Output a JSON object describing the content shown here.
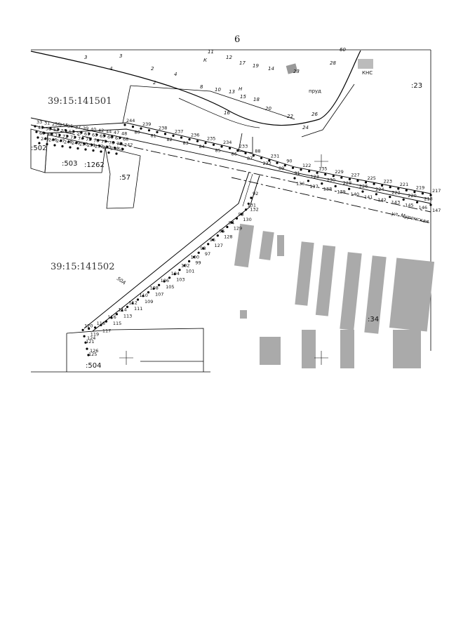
{
  "page": {
    "number": "6"
  },
  "map": {
    "quarters": [
      "39:15:141501",
      "39:15:141502"
    ],
    "parcels": [
      ":502",
      ":503",
      ":1262",
      ":57",
      ":504",
      ":23",
      ":34"
    ],
    "street": "ул. Муромская",
    "features": {
      "pond": "пруд",
      "pump_station": "КНС",
      "road_code": "50А"
    },
    "upper_numbers": [
      "3",
      "3",
      "4",
      "2",
      "4",
      "2",
      "8",
      "10",
      "11",
      "12",
      "13",
      "15",
      "17",
      "19",
      "14",
      "16",
      "18",
      "20",
      "22",
      "24",
      "26",
      "28",
      "23",
      "Н",
      "К",
      "60"
    ],
    "points": {
      "west_cluster": [
        "33",
        "31",
        "256",
        "255",
        "35",
        "37",
        "39",
        "40",
        "42",
        "44",
        "47",
        "48",
        "49",
        "51",
        "53",
        "55",
        "57",
        "59",
        "61",
        "63",
        "65",
        "66",
        "67",
        "68",
        "69",
        "70",
        "71",
        "72",
        "73",
        "74",
        "75",
        "76",
        "77",
        "78",
        "79",
        "242",
        "245",
        "246",
        "247",
        "248",
        "249",
        "250",
        "251",
        "252",
        "253",
        "254",
        "50"
      ],
      "north_line": [
        "244",
        "80",
        "239",
        "81",
        "238",
        "82",
        "237",
        "83",
        "236",
        "84",
        "235",
        "85",
        "234",
        "86",
        "233",
        "87",
        "88",
        "232",
        "231",
        "89",
        "90",
        "91",
        "122",
        "123",
        "135",
        "230",
        "229",
        "228",
        "227",
        "226",
        "225",
        "224",
        "223",
        "222",
        "221",
        "220",
        "219",
        "218",
        "217"
      ],
      "south_line": [
        "136",
        "137",
        "138",
        "139",
        "140",
        "141",
        "142",
        "143",
        "145",
        "146",
        "147"
      ],
      "connector": [
        "92",
        "132",
        "131",
        "130",
        "93",
        "129",
        "94",
        "128",
        "95",
        "127",
        "96",
        "97",
        "98",
        "99",
        "100",
        "101",
        "102",
        "103",
        "104",
        "105",
        "106",
        "107",
        "108",
        "109",
        "110",
        "111",
        "112",
        "113",
        "114",
        "115",
        "116",
        "117",
        "118",
        "119",
        "120",
        "121",
        "124",
        "125",
        "126"
      ]
    }
  }
}
